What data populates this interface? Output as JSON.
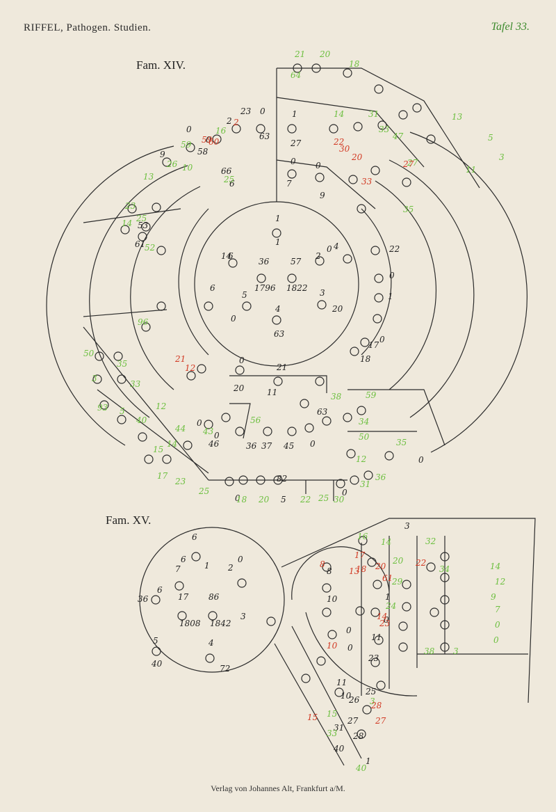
{
  "header": {
    "left": "RIFFEL, Pathogen. Studien.",
    "right": "Tafel 33."
  },
  "families": [
    {
      "title": "Fam. XIV.",
      "center_labels": [
        "1",
        "1",
        "14",
        "6",
        "36",
        "57",
        "2",
        "0",
        "4",
        "1796",
        "1822",
        "3",
        "6",
        "5",
        "20",
        "0",
        "4",
        "63"
      ],
      "ring_labels_black": [
        "0",
        "2",
        "23",
        "0",
        "63",
        "1",
        "27",
        "0",
        "0",
        "7",
        "9",
        "9",
        "58",
        "0",
        "66",
        "6",
        "53",
        "61",
        "22",
        "0",
        "1",
        "17",
        "0",
        "18",
        "0",
        "21",
        "20",
        "11",
        "63",
        "0",
        "0",
        "46",
        "36",
        "37",
        "45",
        "0",
        "82",
        "5",
        "0",
        "0",
        "0"
      ],
      "ring_labels_green": [
        "21",
        "20",
        "18",
        "64",
        "14",
        "31",
        "33",
        "47",
        "13",
        "5",
        "3",
        "27",
        "35",
        "11",
        "16",
        "59",
        "26",
        "10",
        "25",
        "13",
        "23",
        "25",
        "14",
        "52",
        "96",
        "50",
        "35",
        "3",
        "33",
        "93",
        "5",
        "40",
        "12",
        "44",
        "43",
        "56",
        "38",
        "59",
        "34",
        "50",
        "12",
        "35",
        "14",
        "15",
        "17",
        "23",
        "25",
        "18",
        "20",
        "22",
        "25",
        "30",
        "31",
        "36"
      ],
      "ring_labels_red": [
        "2",
        "59",
        "60",
        "22",
        "30",
        "20",
        "33",
        "27",
        "21",
        "12"
      ]
    },
    {
      "title": "Fam. XV.",
      "center_labels": [
        "6",
        "6",
        "7",
        "1",
        "17",
        "86",
        "2",
        "0",
        "1808",
        "1842",
        "3",
        "36",
        "6",
        "5",
        "4",
        "40",
        "72"
      ],
      "ring_labels_black": [
        "8",
        "10",
        "3",
        "0",
        "0",
        "1",
        "0",
        "11",
        "23",
        "25",
        "26",
        "27",
        "28",
        "1",
        "31",
        "40",
        "11",
        "10"
      ],
      "ring_labels_green": [
        "16",
        "14",
        "15",
        "34",
        "3",
        "32",
        "14",
        "12",
        "9",
        "7",
        "0",
        "0",
        "20",
        "29",
        "24",
        "38",
        "3",
        "33",
        "40"
      ],
      "ring_labels_red": [
        "15",
        "17",
        "18",
        "22",
        "61",
        "13",
        "8",
        "20",
        "10",
        "23",
        "14",
        "28",
        "27"
      ]
    }
  ],
  "footer": "Verlag von Johannes Alt, Frankfurt a/M."
}
